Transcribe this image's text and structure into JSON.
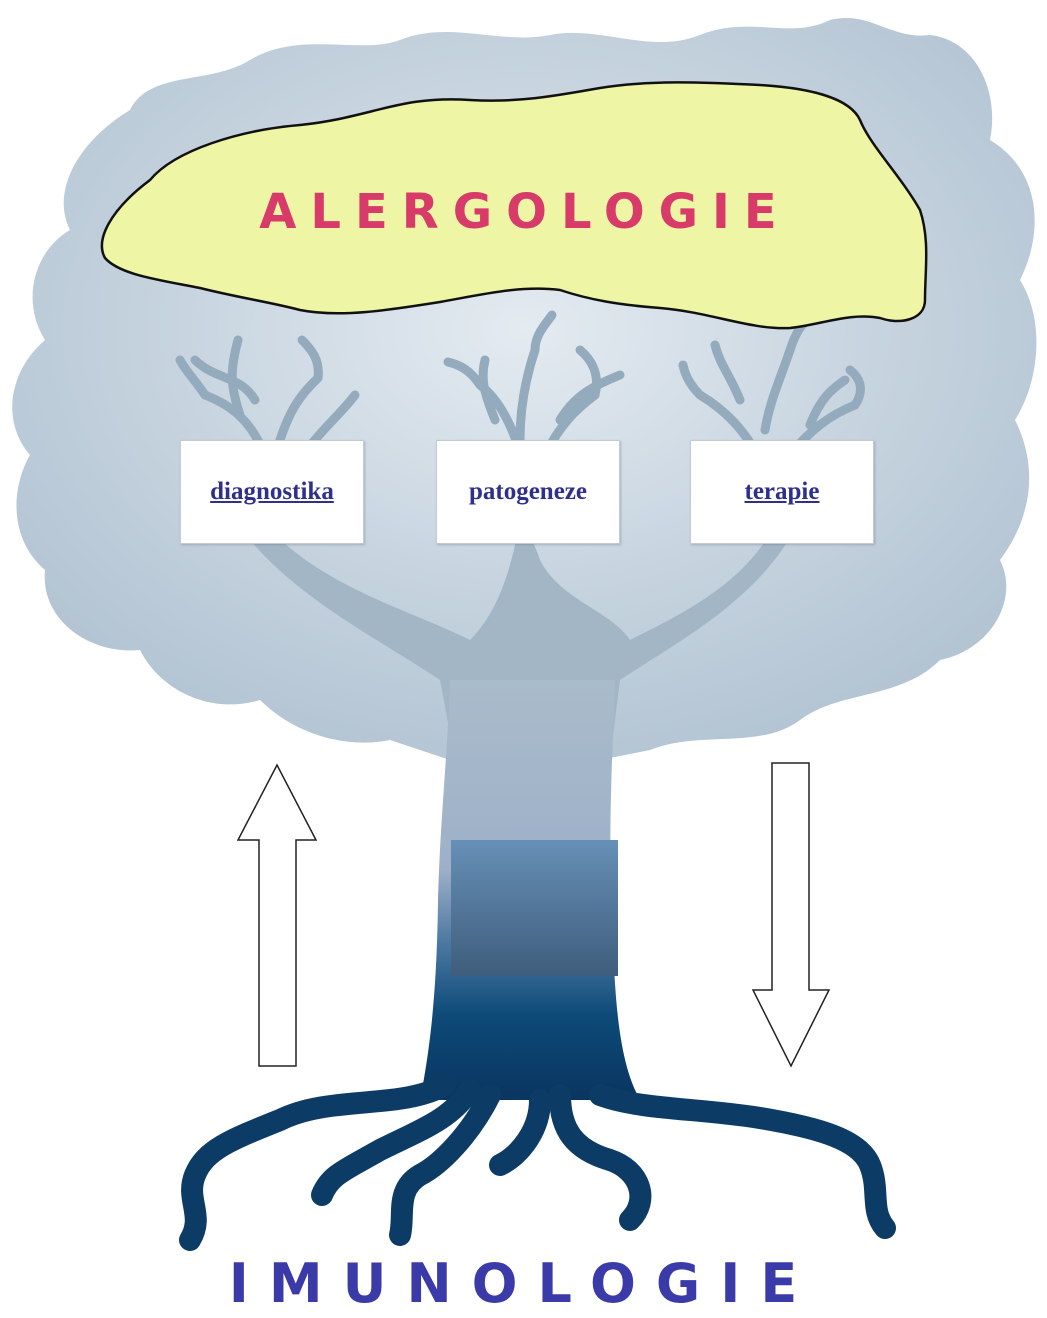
{
  "heading_top": "ALERGOLOGIE",
  "heading_bottom": "IMUNOLOGIE",
  "boxes": {
    "diagnostika": "diagnostika",
    "patogeneze": "patogeneze",
    "terapie": "terapie"
  },
  "colors": {
    "canopy": "#b8c8d6",
    "canopy_light": "#dde6ee",
    "trunk_top": "#a9bccb",
    "trunk_bottom": "#0b3a63",
    "cloud_fill": "#eef5a4",
    "top_text": "#d83a6a",
    "bottom_text": "#3a3aa8",
    "link": "#2f2f8c"
  },
  "icons": {
    "up_arrow": "arrow-up-icon",
    "down_arrow": "arrow-down-icon"
  }
}
